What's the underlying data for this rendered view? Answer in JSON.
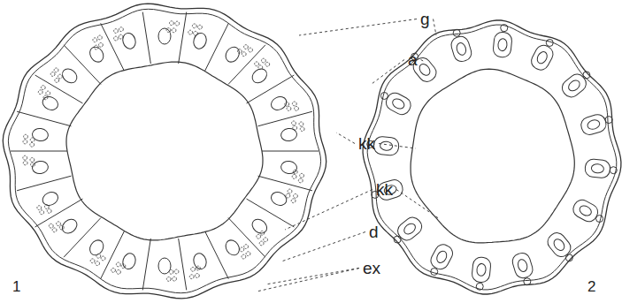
{
  "diagram": {
    "labels": [
      "g",
      "a",
      "kk",
      "kk",
      "d",
      "ex",
      "1",
      "2"
    ]
  }
}
